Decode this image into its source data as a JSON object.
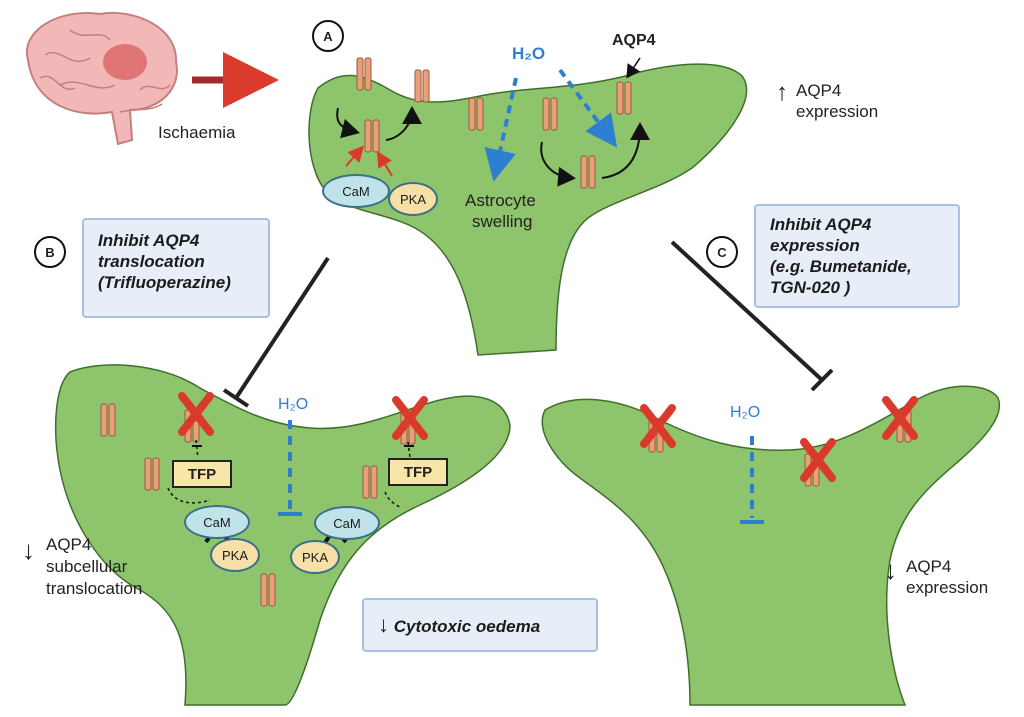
{
  "panels": {
    "a": "A",
    "b": "B",
    "c": "C"
  },
  "labels": {
    "ischaemia": "Ischaemia",
    "water": "H₂O",
    "aqp4": "AQP4",
    "astrocyte_swelling_line1": "Astrocyte",
    "astrocyte_swelling_line2": "swelling",
    "up_expression_arrow": "↑",
    "up_expression_line1": "AQP4",
    "up_expression_line2": "expression",
    "down_translocation_arrow": "↓",
    "down_translocation_line1": "AQP4",
    "down_translocation_line2": "subcellular",
    "down_translocation_line3": "translocation",
    "down_expression_arrow": "↓",
    "down_expression_line1": "AQP4",
    "down_expression_line2": "expression",
    "cam": "CaM",
    "pka": "PKA",
    "tfp": "TFP"
  },
  "boxes": {
    "inhibit_translocation": [
      "Inhibit AQP4",
      "translocation",
      "(Trifluoperazine)"
    ],
    "inhibit_expression": [
      "Inhibit AQP4",
      "expression",
      "(e.g. Bumetanide,",
      "TGN-020 )"
    ],
    "cytotoxic_arrow": "↓",
    "cytotoxic": "Cytotoxic oedema"
  },
  "colors": {
    "astrocyte": "#8ec56c",
    "astrocyte_edge": "#3f6f2c",
    "aqp4_channel": "#e8a07a",
    "water_arrow": "#2f7fd0",
    "inhibit_x": "#d93a2b",
    "brain": "#f2b8b8",
    "ischaemia_arrow": "#a52a2a"
  }
}
